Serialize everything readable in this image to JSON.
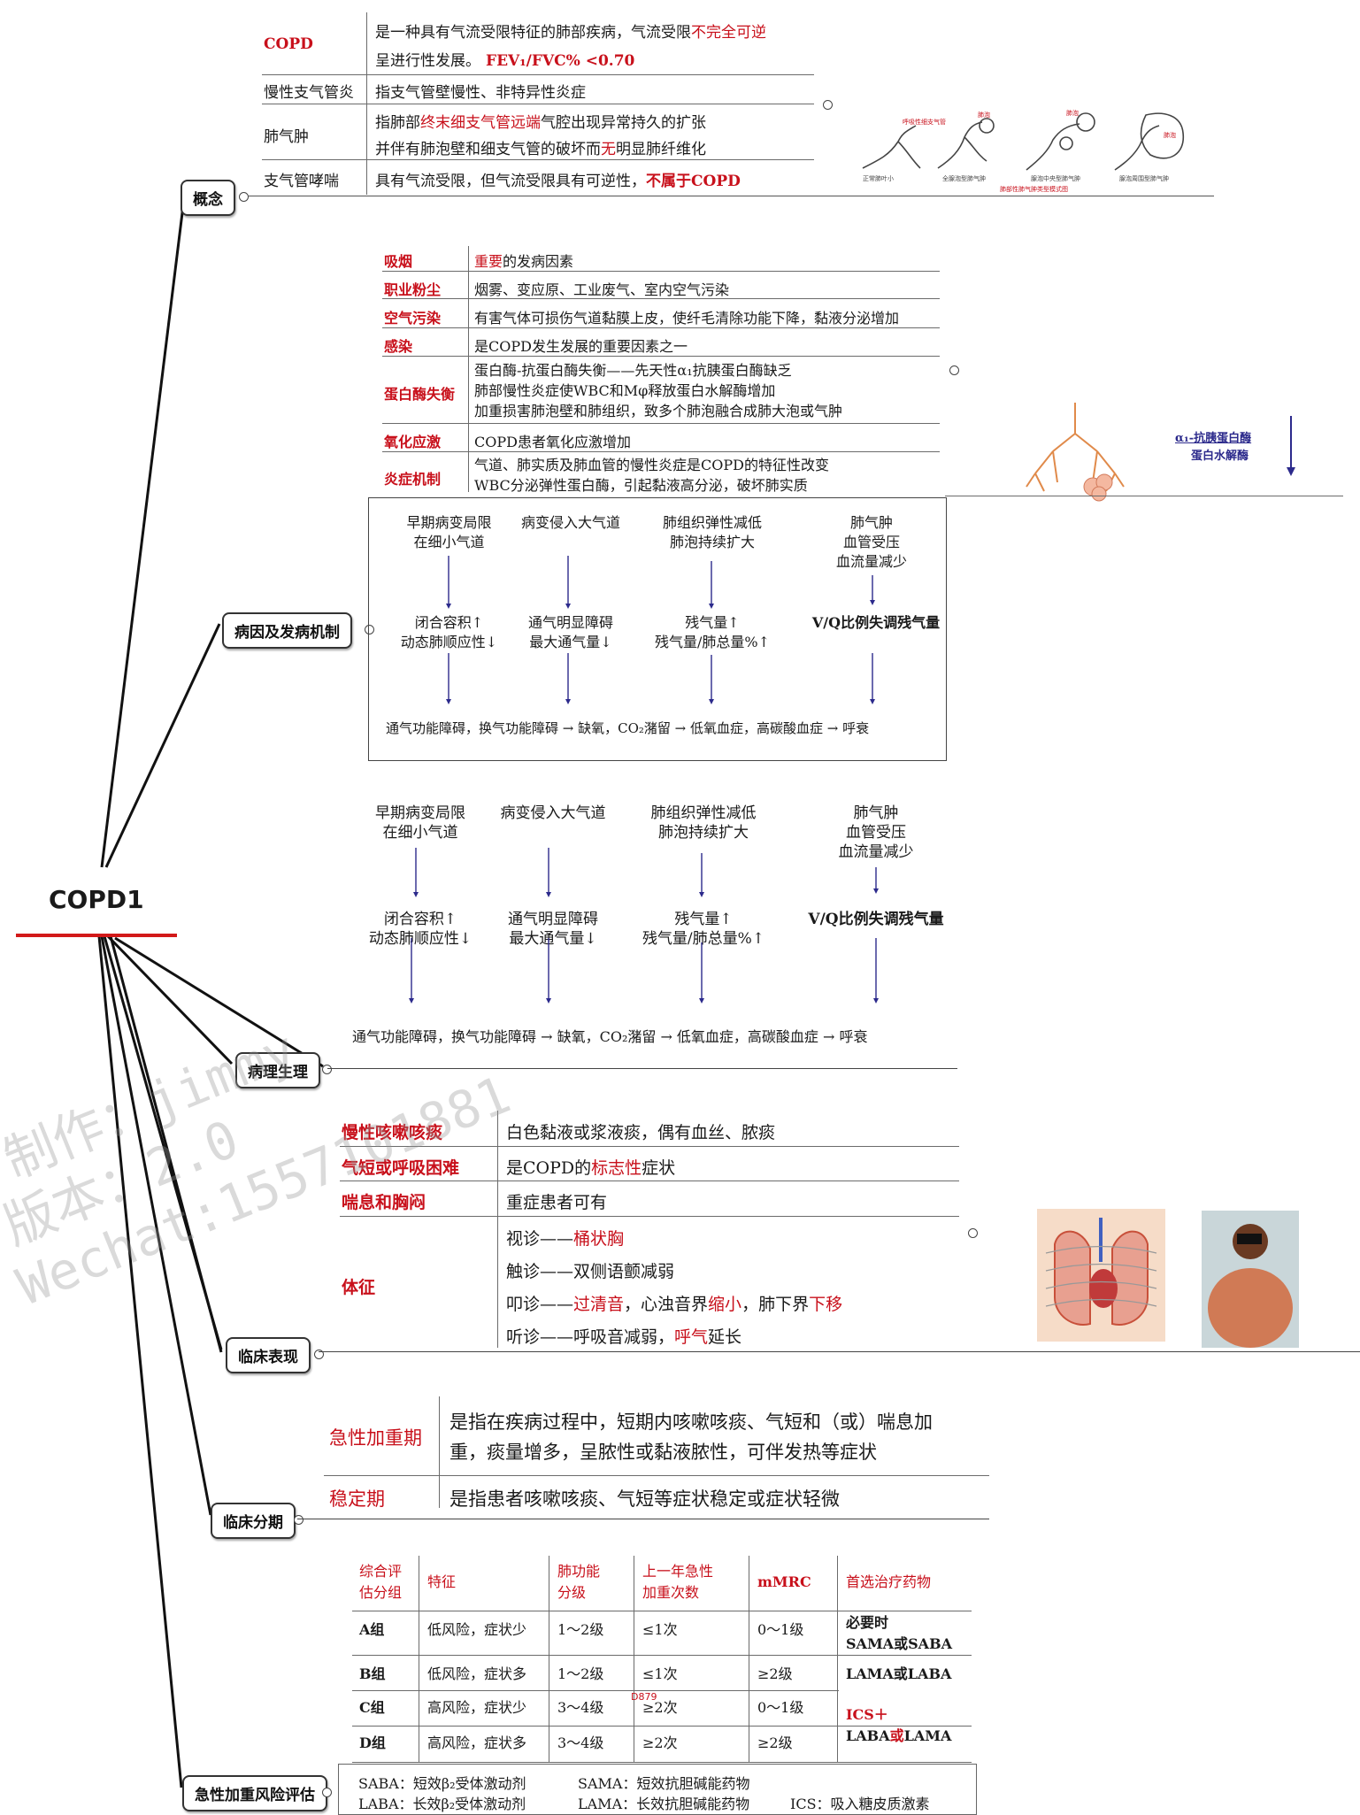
{
  "root": "COPD1",
  "branches": [
    "概念",
    "病因及发病机制",
    "病理生理",
    "临床表现",
    "临床分期",
    "急性加重风险评估"
  ],
  "concept": {
    "rows": [
      {
        "term": "COPD",
        "lines": [
          "是一种具有气流受限特征的肺部疾病，气流受限",
          "不完全可逆",
          "呈进行性发展。",
          "FEV₁/FVC% <0.70"
        ]
      },
      {
        "term": "慢性支气管炎",
        "lines": [
          "指支气管壁慢性、非特异性炎症"
        ]
      },
      {
        "term": "肺气肿",
        "lines": [
          "指肺部",
          "终末细支气管远端",
          "气腔出现异常持久的扩张",
          "并伴有肺泡壁和细支气管的破坏而",
          "无",
          "明显肺纤维化"
        ]
      },
      {
        "term": "支气管哮喘",
        "lines": [
          "具有气流受限，但气流受限具有可逆性，",
          "不属于COPD"
        ]
      }
    ],
    "image_caption": "肺部性肺气肿类型模式图",
    "image_labels": [
      "正常肺叶小",
      "全腺泡型肺气肿",
      "腺泡中央型肺气肿",
      "腺泡周围型肺气肿"
    ]
  },
  "etiology": {
    "rows": [
      {
        "term": "吸烟",
        "text": "重要的发病因素"
      },
      {
        "term": "职业粉尘",
        "text": "烟雾、变应原、工业废气、室内空气污染"
      },
      {
        "term": "空气污染",
        "text": "有害气体可损伤气道黏膜上皮，使纤毛清除功能下降，黏液分泌增加"
      },
      {
        "term": "感染",
        "text": "是COPD发生发展的重要因素之一"
      },
      {
        "term": "蛋白酶失衡",
        "lines": [
          "蛋白酶-抗蛋白酶失衡——先天性α₁抗胰蛋白酶缺乏",
          "肺部慢性炎症使WBC和Mφ释放蛋白水解酶增加",
          "加重损害肺泡壁和肺组织，致多个肺泡融合成肺大泡或气肿"
        ]
      },
      {
        "term": "氧化应激",
        "text": "COPD患者氧化应激增加"
      },
      {
        "term": "炎症机制",
        "lines": [
          "气道、肺实质及肺血管的慢性炎症是COPD的特征性改变",
          "WBC分泌弹性蛋白酶，引起黏液高分泌，破坏肺实质"
        ]
      }
    ],
    "side_labels": [
      "α₁-抗胰蛋白酶",
      "蛋白水解酶"
    ]
  },
  "mechanism": {
    "top": [
      "早期病变局限\n在细小气道",
      "病变侵入大气道",
      "肺组织弹性减低\n肺泡持续扩大",
      "肺气肿\n血管受压\n血流量减少"
    ],
    "middle": [
      "闭合容积↑\n动态肺顺应性↓",
      "通气明显障碍\n最大通气量↓",
      "残气量↑\n残气量/肺总量%↑",
      "V/Q比例失调残气量"
    ],
    "bottom": "通气功能障碍，换气功能障碍 → 缺氧，CO₂潴留 → 低氧血症，高碳酸血症 → 呼衰"
  },
  "clinical": {
    "rows": [
      {
        "term": "慢性咳嗽咳痰",
        "text": "白色黏液或浆液痰，偶有血丝、脓痰"
      },
      {
        "term": "气短或呼吸困难",
        "text": "是COPD的标志性症状"
      },
      {
        "term": "喘息和胸闷",
        "text": "重症患者可有"
      },
      {
        "term": "体征",
        "lines": [
          "视诊——桶状胸",
          "触诊——双侧语颤减弱",
          "叩诊——过清音，心浊音界缩小，肺下界下移",
          "听诊——呼吸音减弱，呼气延长"
        ]
      }
    ]
  },
  "stages": {
    "rows": [
      {
        "term": "急性加重期",
        "lines": [
          "是指在疾病过程中，短期内咳嗽咳痰、气短和（或）喘息加",
          "重，痰量增多，呈脓性或黏液脓性，可伴发热等症状"
        ]
      },
      {
        "term": "稳定期",
        "text": "是指患者咳嗽咳痰、气短等症状稳定或症状轻微"
      }
    ]
  },
  "risk": {
    "headers": [
      "综合评\n估分组",
      "特征",
      "肺功能\n分级",
      "上一年急性\n加重次数",
      "mMRC",
      "首选治疗药物"
    ],
    "rows": [
      [
        "A组",
        "低风险，症状少",
        "1～2级",
        "≤1次",
        "0～1级",
        "必要时\nSAMA或SABA"
      ],
      [
        "B组",
        "低风险，症状多",
        "1～2级",
        "≤1次",
        "≥2级",
        "LAMA或LABA"
      ],
      [
        "C组",
        "高风险，症状少",
        "3～4级",
        "≥2次",
        "0～1级",
        "ICS＋\nLABA或LAMA"
      ],
      [
        "D组",
        "高风险，症状多",
        "3～4级",
        "≥2次",
        "≥2级",
        ""
      ]
    ],
    "note": "D879",
    "legend": [
      "SABA：短效β₂受体激动剂",
      "SAMA：短效抗胆碱能药物",
      "LABA：长效β₂受体激动剂",
      "LAMA：长效抗胆碱能药物",
      "ICS：吸入糖皮质激素"
    ]
  },
  "watermark": [
    "制作：jimmy",
    "版本：2.0",
    "Wechat:15571018​81"
  ]
}
